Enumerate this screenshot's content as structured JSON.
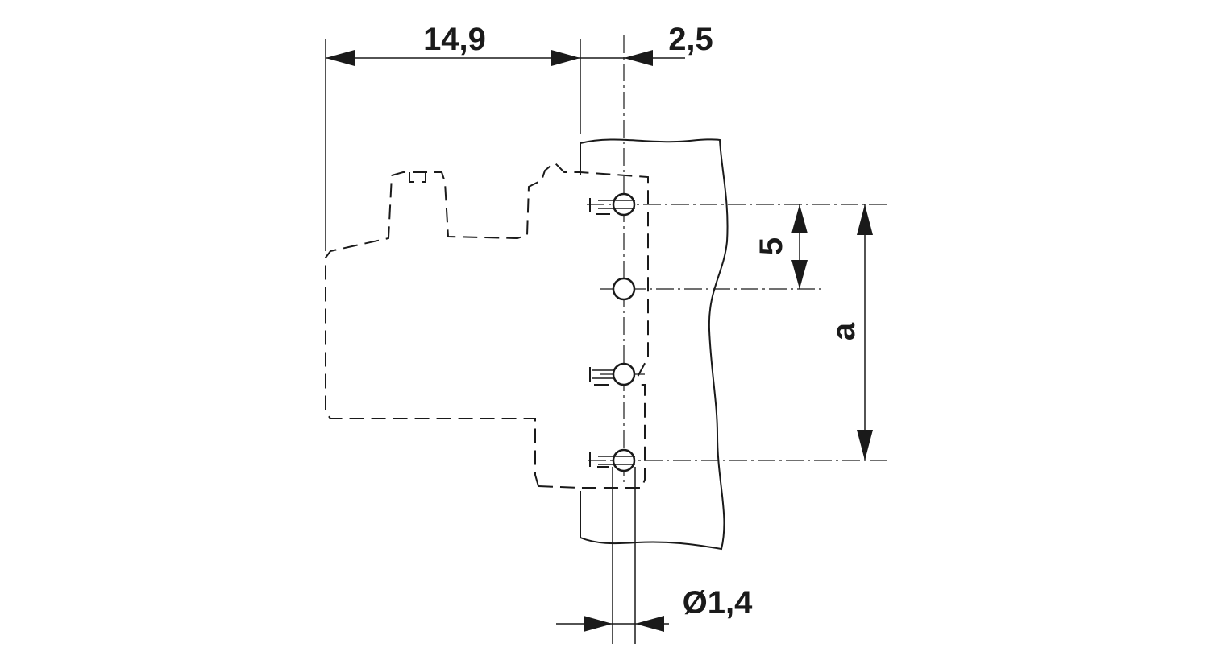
{
  "dimensions": {
    "overall_width": "14,9",
    "pin_offset": "2,5",
    "pitch": "5",
    "span": "a",
    "hole_diameter": "Ø1,4"
  },
  "colors": {
    "line": "#1a1a1a",
    "background": "#ffffff"
  }
}
